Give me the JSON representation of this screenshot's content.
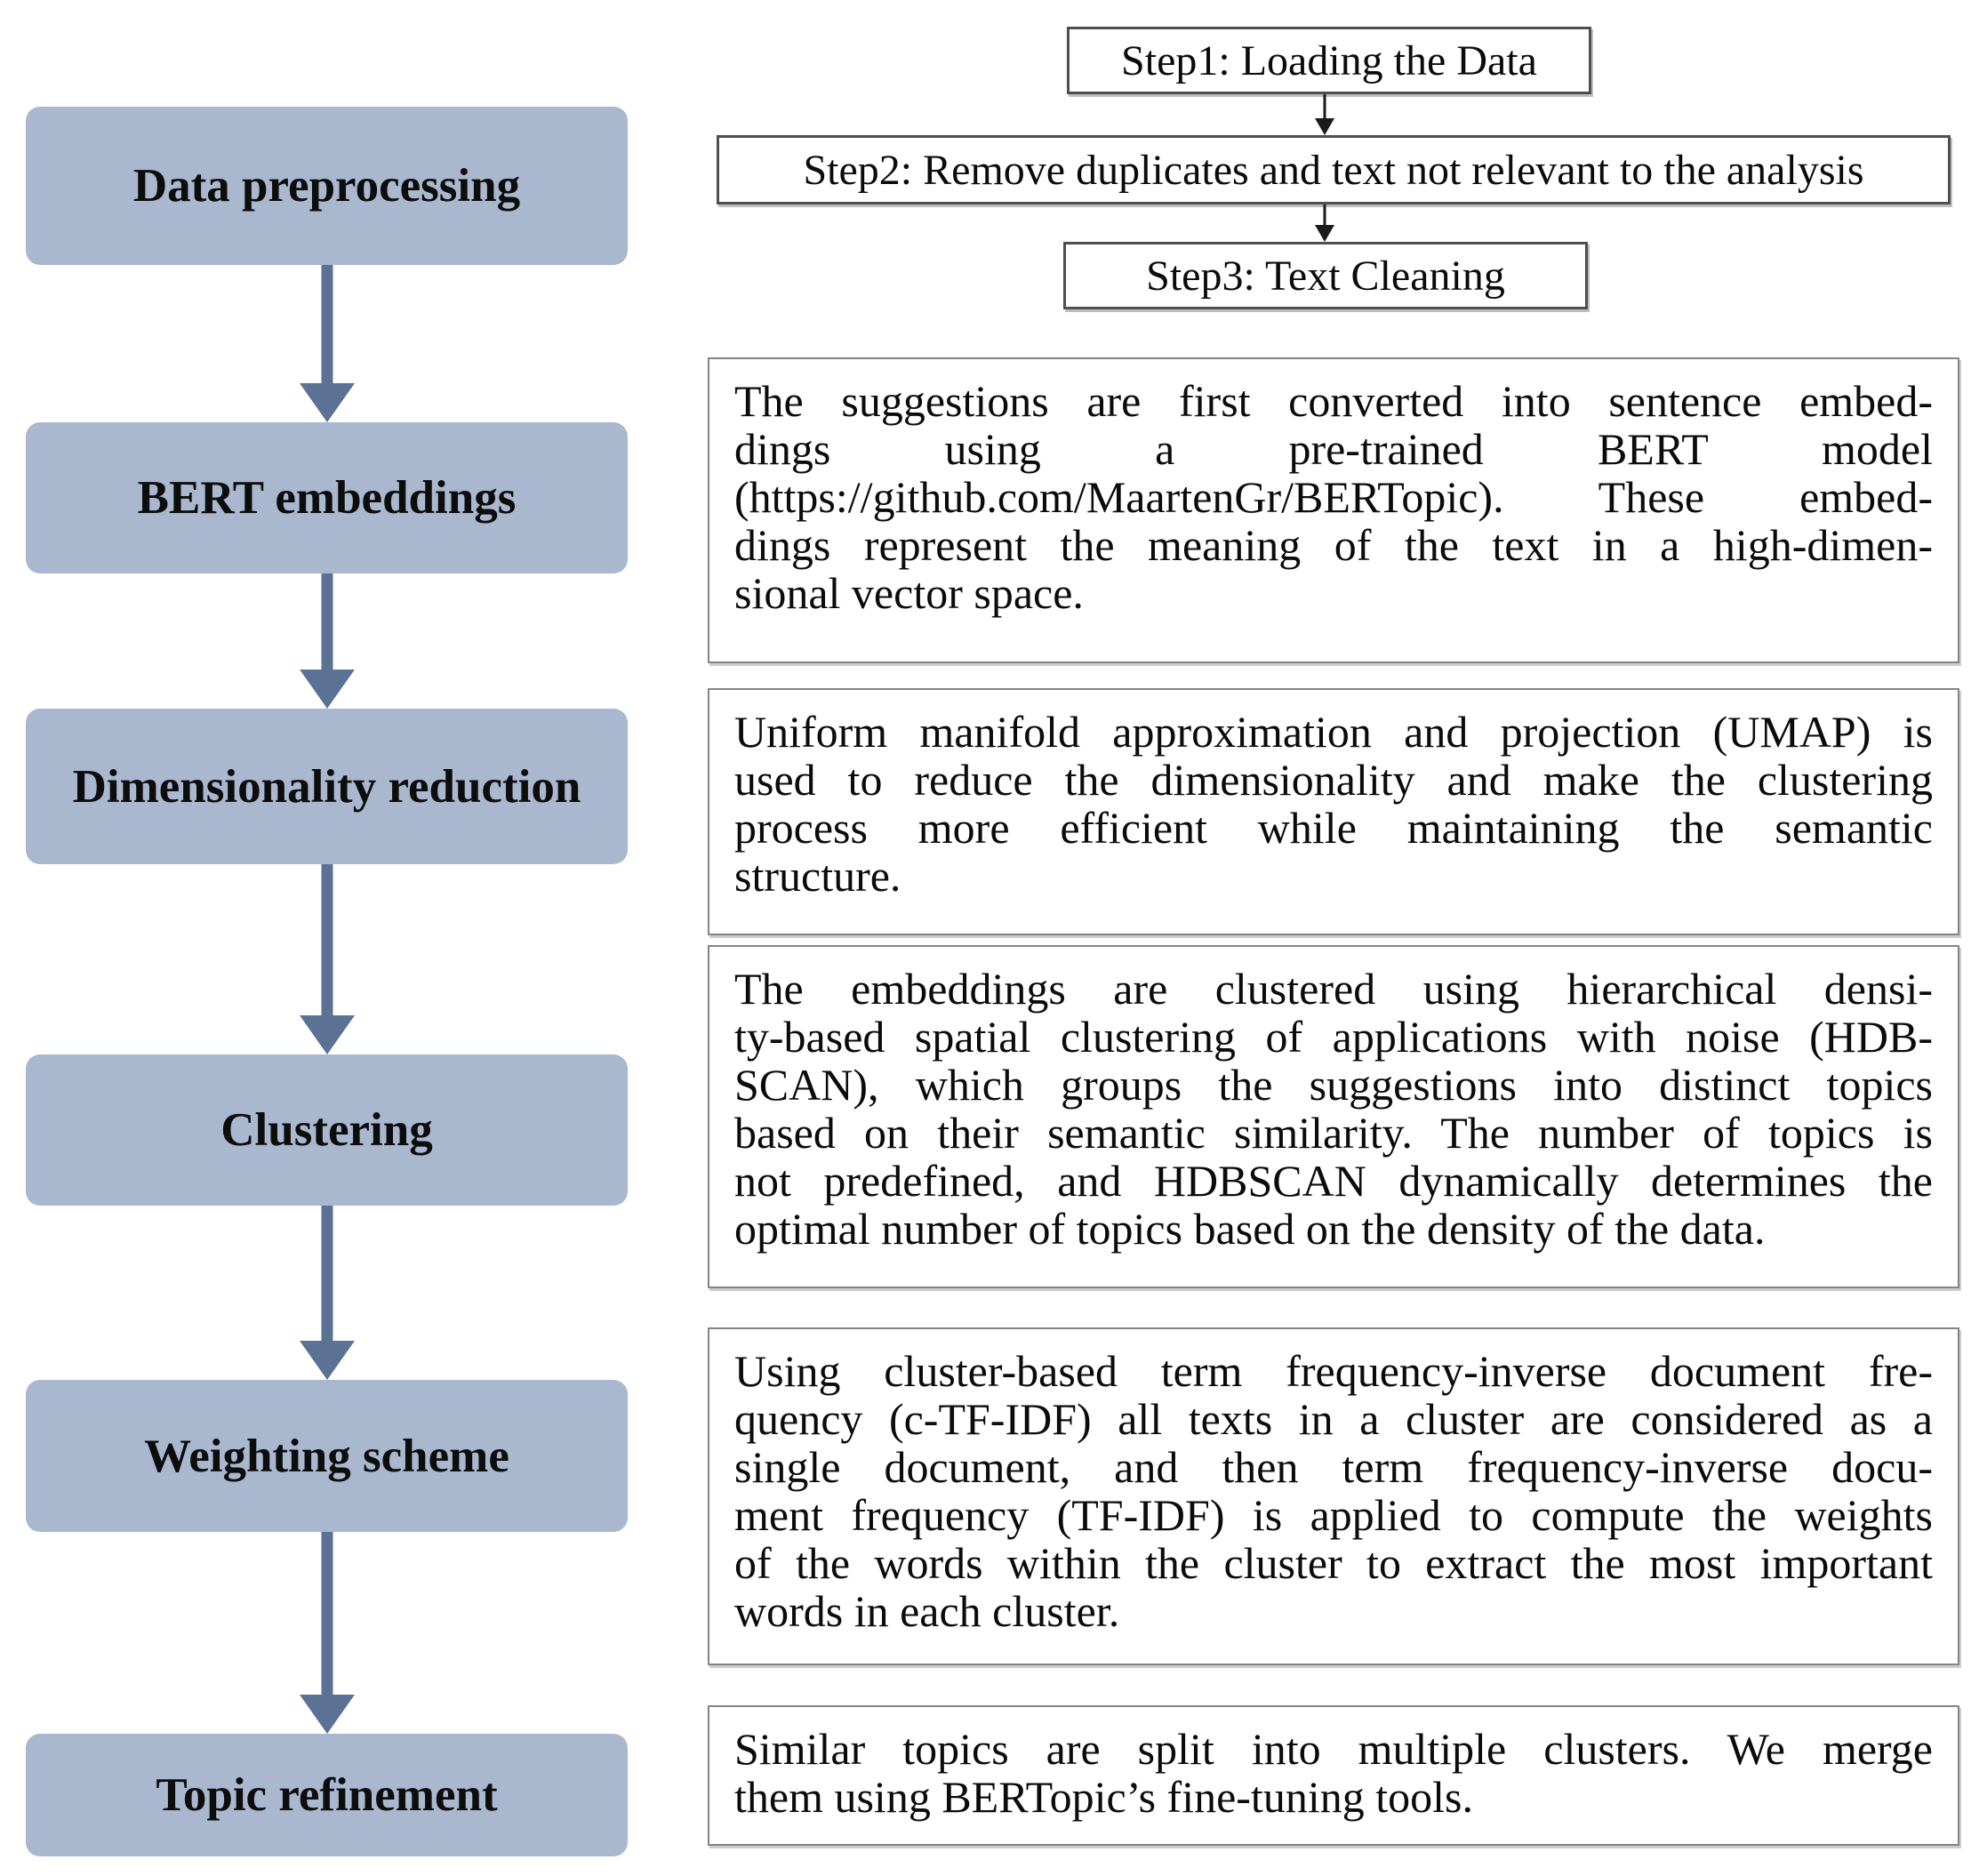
{
  "colors": {
    "stage_fill": "#a9b7cf",
    "flow_arrow": "#5b7295",
    "step_border": "#4f4f4f",
    "paragraph_border": "#848484",
    "text": "#111111"
  },
  "left_flow": {
    "stages": [
      {
        "label": "Data preprocessing"
      },
      {
        "label": "BERT embeddings"
      },
      {
        "label": "Dimensionality reduction"
      },
      {
        "label": "Clustering"
      },
      {
        "label": "Weighting scheme"
      },
      {
        "label": "Topic refinement"
      }
    ]
  },
  "right": {
    "steps": [
      {
        "label": "Step1: Loading the Data"
      },
      {
        "label": "Step2: Remove duplicates and text not relevant to the analysis"
      },
      {
        "label": "Step3: Text Cleaning"
      }
    ],
    "paragraphs": [
      {
        "for_stage": "BERT embeddings",
        "text": "The suggestions are first converted into sentence embeddings using a pre-trained BERT model (https://github.com/MaartenGr/BERTopic). These embeddings represent the meaning of the text in a high-dimensional vector space.",
        "lines": [
          "The suggestions are first converted into sentence embed-",
          "dings using a pre-trained BERT model",
          "(https://github.com/MaartenGr/BERTopic). These embed-",
          "dings represent the meaning of the text in a high-dimen-",
          "sional vector space."
        ]
      },
      {
        "for_stage": "Dimensionality reduction",
        "text": "Uniform manifold approximation and projection (UMAP) is used to reduce the dimensionality and make the clustering process more efficient while maintaining the semantic structure.",
        "lines": [
          "Uniform manifold approximation and projection (UMAP) is",
          "used to reduce the dimensionality and make the clustering",
          "process more efficient while maintaining the semantic",
          "structure."
        ]
      },
      {
        "for_stage": "Clustering",
        "text": "The embeddings are clustered using hierarchical density-based spatial clustering of applications with noise (HDBSCAN), which groups the suggestions into distinct topics based on their semantic similarity. The number of topics is not predefined, and HDBSCAN dynamically determines the optimal number of topics based on the density of the data.",
        "lines": [
          "The embeddings are clustered using hierarchical densi-",
          "ty-based spatial clustering of applications with noise (HDB-",
          "SCAN), which groups the suggestions into distinct topics",
          "based on their semantic similarity. The number of topics is",
          "not predefined, and HDBSCAN dynamically determines the",
          "optimal number of topics based on the density of the data."
        ]
      },
      {
        "for_stage": "Weighting scheme",
        "text": "Using cluster-based term frequency-inverse document frequency (c-TF-IDF) all texts in a cluster are considered as a single document, and then term frequency-inverse document frequency (TF-IDF) is applied to compute the weights of the words within the cluster to extract the most important words in each cluster.",
        "lines": [
          "Using cluster-based term frequency-inverse document fre-",
          "quency (c-TF-IDF) all texts in a cluster are considered as a",
          "single document, and then term frequency-inverse docu-",
          "ment frequency (TF-IDF) is applied to compute the weights",
          "of the words within the cluster to extract the most important",
          "words in each cluster."
        ]
      },
      {
        "for_stage": "Topic refinement",
        "text": "Similar topics are split into multiple clusters. We merge them using BERTopic’s fine-tuning tools.",
        "lines": [
          "Similar topics are split into multiple clusters. We merge",
          "them using BERTopic’s fine-tuning tools."
        ]
      }
    ]
  }
}
